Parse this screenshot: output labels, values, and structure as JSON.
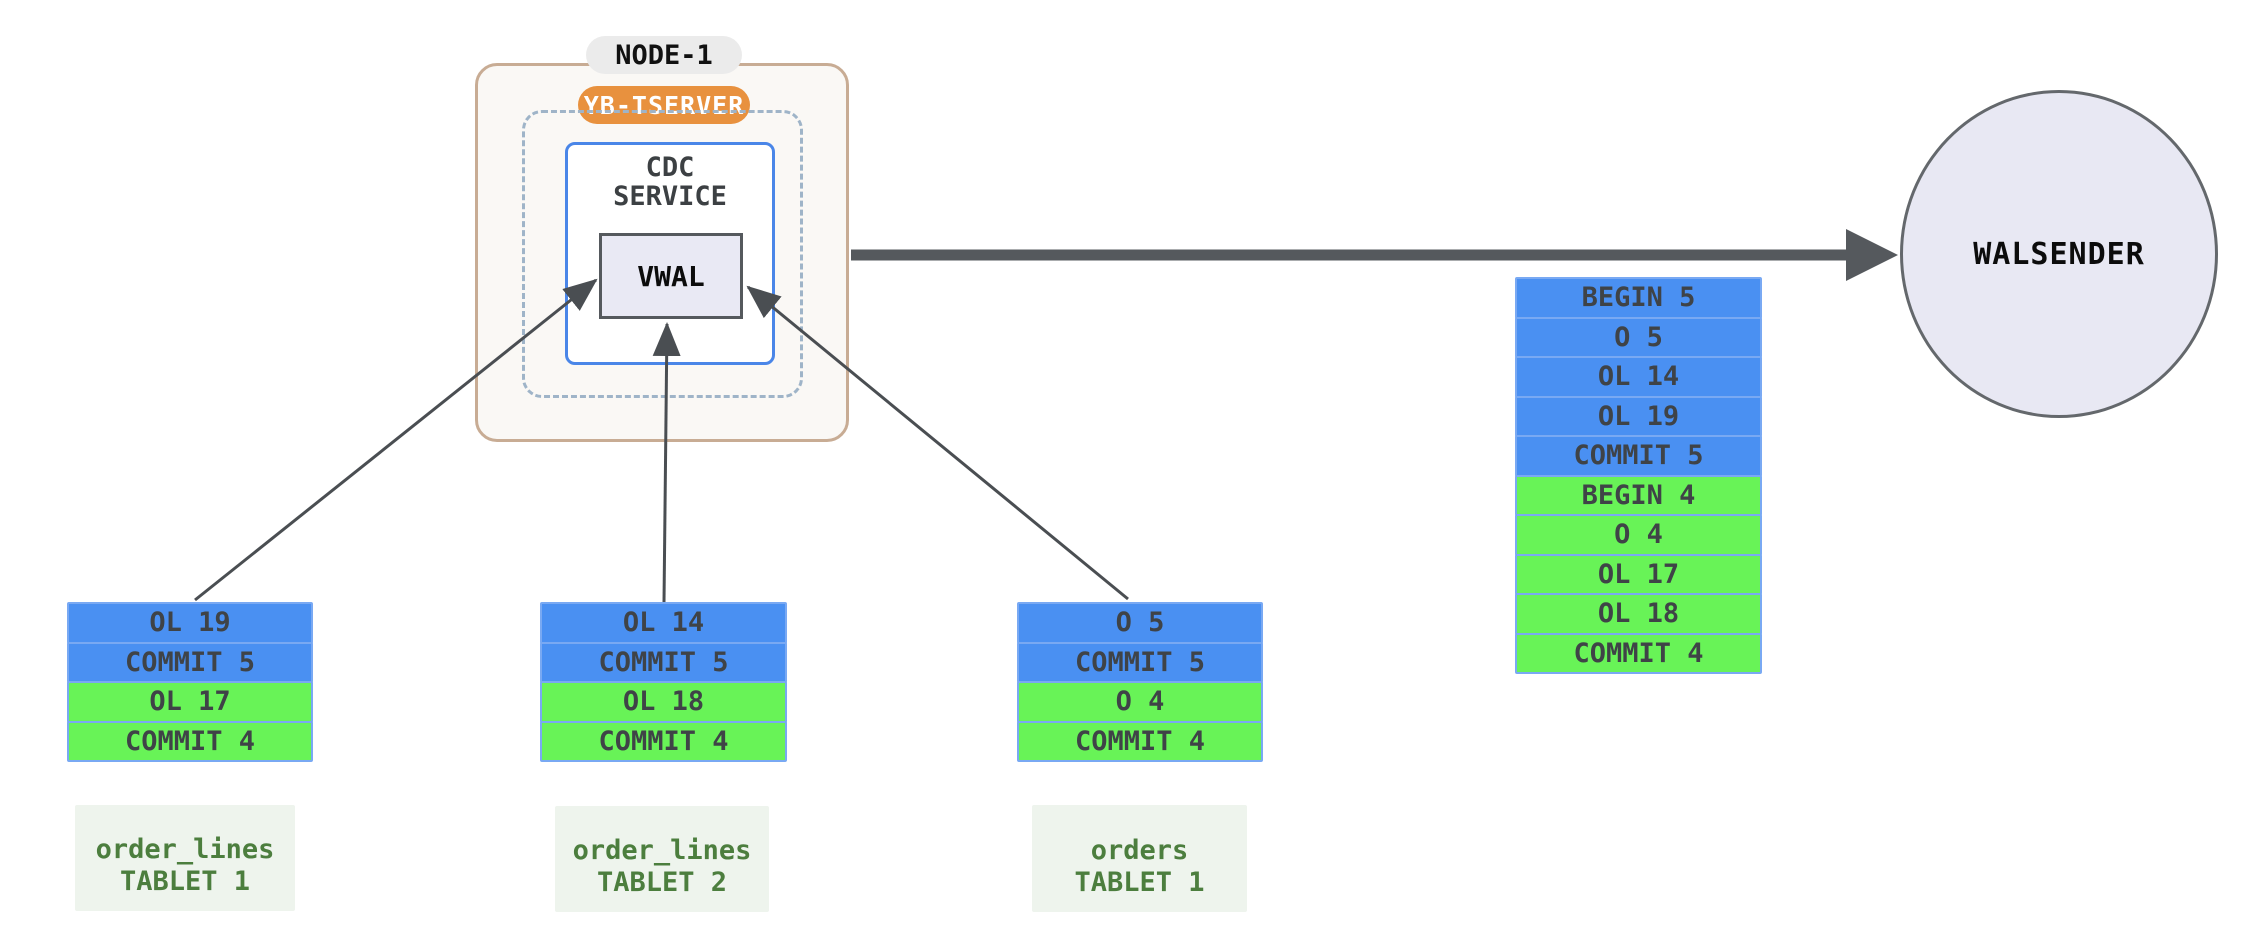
{
  "node": {
    "title": "NODE-1",
    "tserver_badge": "YB-TSERVER",
    "cdc_service_label": "CDC\nSERVICE",
    "vwal_label": "VWAL"
  },
  "walsender": {
    "label": "WALSENDER"
  },
  "queue": {
    "rows": [
      {
        "text": "BEGIN 5",
        "color": "blue"
      },
      {
        "text": "O 5",
        "color": "blue"
      },
      {
        "text": "OL 14",
        "color": "blue"
      },
      {
        "text": "OL 19",
        "color": "blue"
      },
      {
        "text": "COMMIT 5",
        "color": "blue"
      },
      {
        "text": "BEGIN 4",
        "color": "green"
      },
      {
        "text": "O 4",
        "color": "green"
      },
      {
        "text": "OL 17",
        "color": "green"
      },
      {
        "text": "OL 18",
        "color": "green"
      },
      {
        "text": "COMMIT 4",
        "color": "green"
      }
    ]
  },
  "tablets": [
    {
      "label_line1": "order_lines",
      "label_line2": "TABLET 1",
      "rows": [
        {
          "text": "OL 19",
          "color": "blue"
        },
        {
          "text": "COMMIT 5",
          "color": "blue"
        },
        {
          "text": "OL 17",
          "color": "green"
        },
        {
          "text": "COMMIT 4",
          "color": "green"
        }
      ]
    },
    {
      "label_line1": "order_lines",
      "label_line2": "TABLET 2",
      "rows": [
        {
          "text": "OL 14",
          "color": "blue"
        },
        {
          "text": "COMMIT 5",
          "color": "blue"
        },
        {
          "text": "OL 18",
          "color": "green"
        },
        {
          "text": "COMMIT 4",
          "color": "green"
        }
      ]
    },
    {
      "label_line1": "orders",
      "label_line2": "TABLET 1",
      "rows": [
        {
          "text": "O 5",
          "color": "blue"
        },
        {
          "text": "COMMIT 5",
          "color": "blue"
        },
        {
          "text": "O 4",
          "color": "green"
        },
        {
          "text": "COMMIT 4",
          "color": "green"
        }
      ]
    }
  ],
  "colors": {
    "blue_cell": "#4a90f2",
    "green_cell": "#68f357",
    "cell_border": "#79a9f3",
    "node_box_border": "#c8ac94",
    "node_box_fill": "#faf8f5",
    "tserver_badge_bg": "#e8913e",
    "cdc_box_border": "#4a86e8",
    "dashed_box_border": "#9fb4c8",
    "vwal_fill": "#e9e9f4",
    "walsender_fill": "#e8e8f3",
    "label_box_bg": "#eef4ed",
    "label_text": "#4c7e3e",
    "arrow": "#4a4e52"
  }
}
